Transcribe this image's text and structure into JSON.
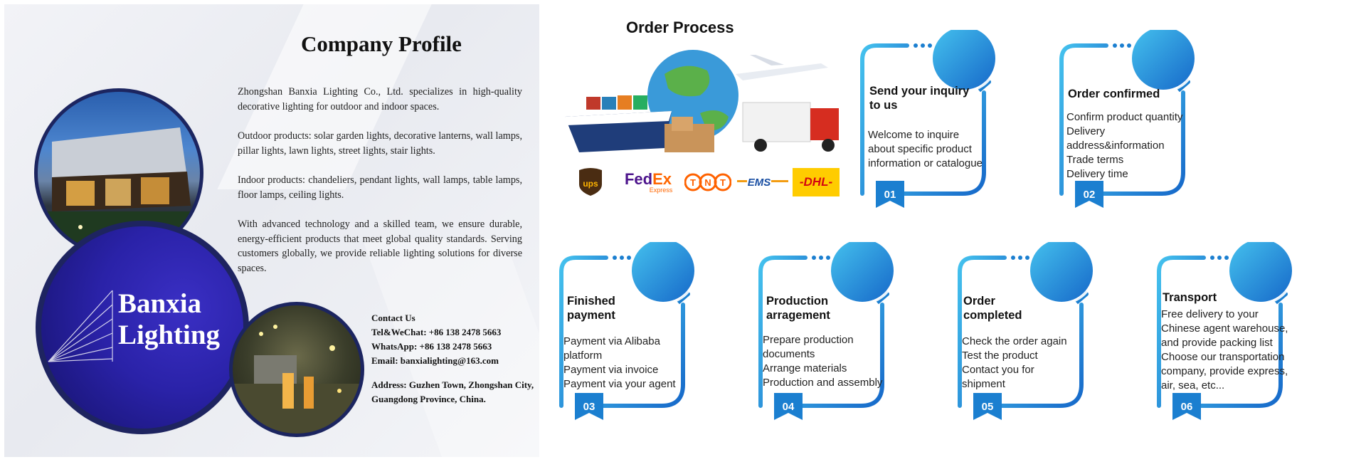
{
  "profile": {
    "title": "Company Profile",
    "paragraphs": [
      "Zhongshan Banxia Lighting Co., Ltd. specializes in high-quality decorative lighting for outdoor and indoor spaces.",
      "Outdoor products: solar garden lights, decorative lanterns, wall lamps, pillar lights, lawn lights, street lights, stair lights.",
      "Indoor products: chandeliers, pendant lights, wall lamps, table lamps, floor lamps, ceiling lights.",
      "With advanced technology and a skilled team, we ensure durable, energy-efficient products that meet global quality standards. Serving customers globally, we provide reliable lighting solutions for diverse spaces."
    ],
    "brand": [
      "Banxia",
      "Lighting"
    ],
    "contact": {
      "heading": "Contact Us",
      "tel": "Tel&WeChat: +86 138 2478 5663",
      "whatsapp": "WhatsApp: +86 138 2478 5663",
      "email": "Email: banxialighting@163.com",
      "address": "Address: Guzhen Town, Zhongshan City, Guangdong Province, China."
    }
  },
  "order_process": {
    "title": "Order Process",
    "carriers": [
      "UPS",
      "FedEx",
      "TNT",
      "EMS",
      "DHL"
    ],
    "fedex_sub": "Express",
    "steps": [
      {
        "num": "01",
        "title_lines": [
          "Send your inquiry",
          "to us"
        ],
        "body": [
          "Welcome to inquire",
          "about specific product",
          "information or catalogue"
        ]
      },
      {
        "num": "02",
        "title_lines": [
          "Order confirmed"
        ],
        "body": [
          "Confirm product quantity",
          "Delivery",
          "address&information",
          "Trade terms",
          "Delivery time"
        ]
      },
      {
        "num": "03",
        "title_lines": [
          "Finished",
          "payment"
        ],
        "body": [
          "Payment via Alibaba",
          "platform",
          "Payment via invoice",
          "Payment via your agent"
        ]
      },
      {
        "num": "04",
        "title_lines": [
          "Production",
          "arragement"
        ],
        "body": [
          "Prepare production",
          "documents",
          "Arrange materials",
          "Production and assembly"
        ]
      },
      {
        "num": "05",
        "title_lines": [
          "Order",
          "completed"
        ],
        "body": [
          "Check the order again",
          "Test the product",
          "Contact you for",
          "shipment"
        ]
      },
      {
        "num": "06",
        "title_lines": [
          "Transport"
        ],
        "body": [
          "Free delivery to your",
          "Chinese agent warehouse,",
          "and provide packing list",
          "Choose our transportation",
          "company, provide express,",
          "air, sea, etc..."
        ]
      }
    ]
  },
  "colors": {
    "navy": "#1e2460",
    "step_blue": "#1b7fd0",
    "step_light": "#3fb8e8",
    "dhl_yellow": "#ffcc00",
    "dhl_red": "#d40511"
  }
}
